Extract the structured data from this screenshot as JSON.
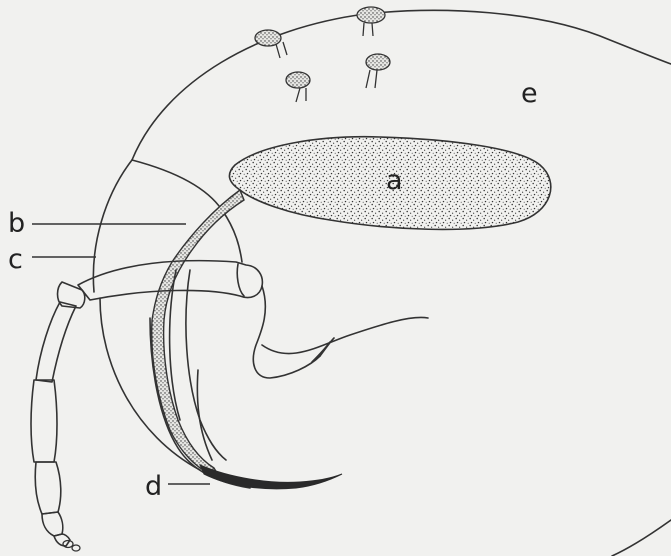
{
  "labels": {
    "a": "a",
    "b": "b",
    "c": "c",
    "d": "d",
    "e": "e"
  },
  "colors": {
    "background": "#f1f1ef",
    "ink": "#333333"
  }
}
